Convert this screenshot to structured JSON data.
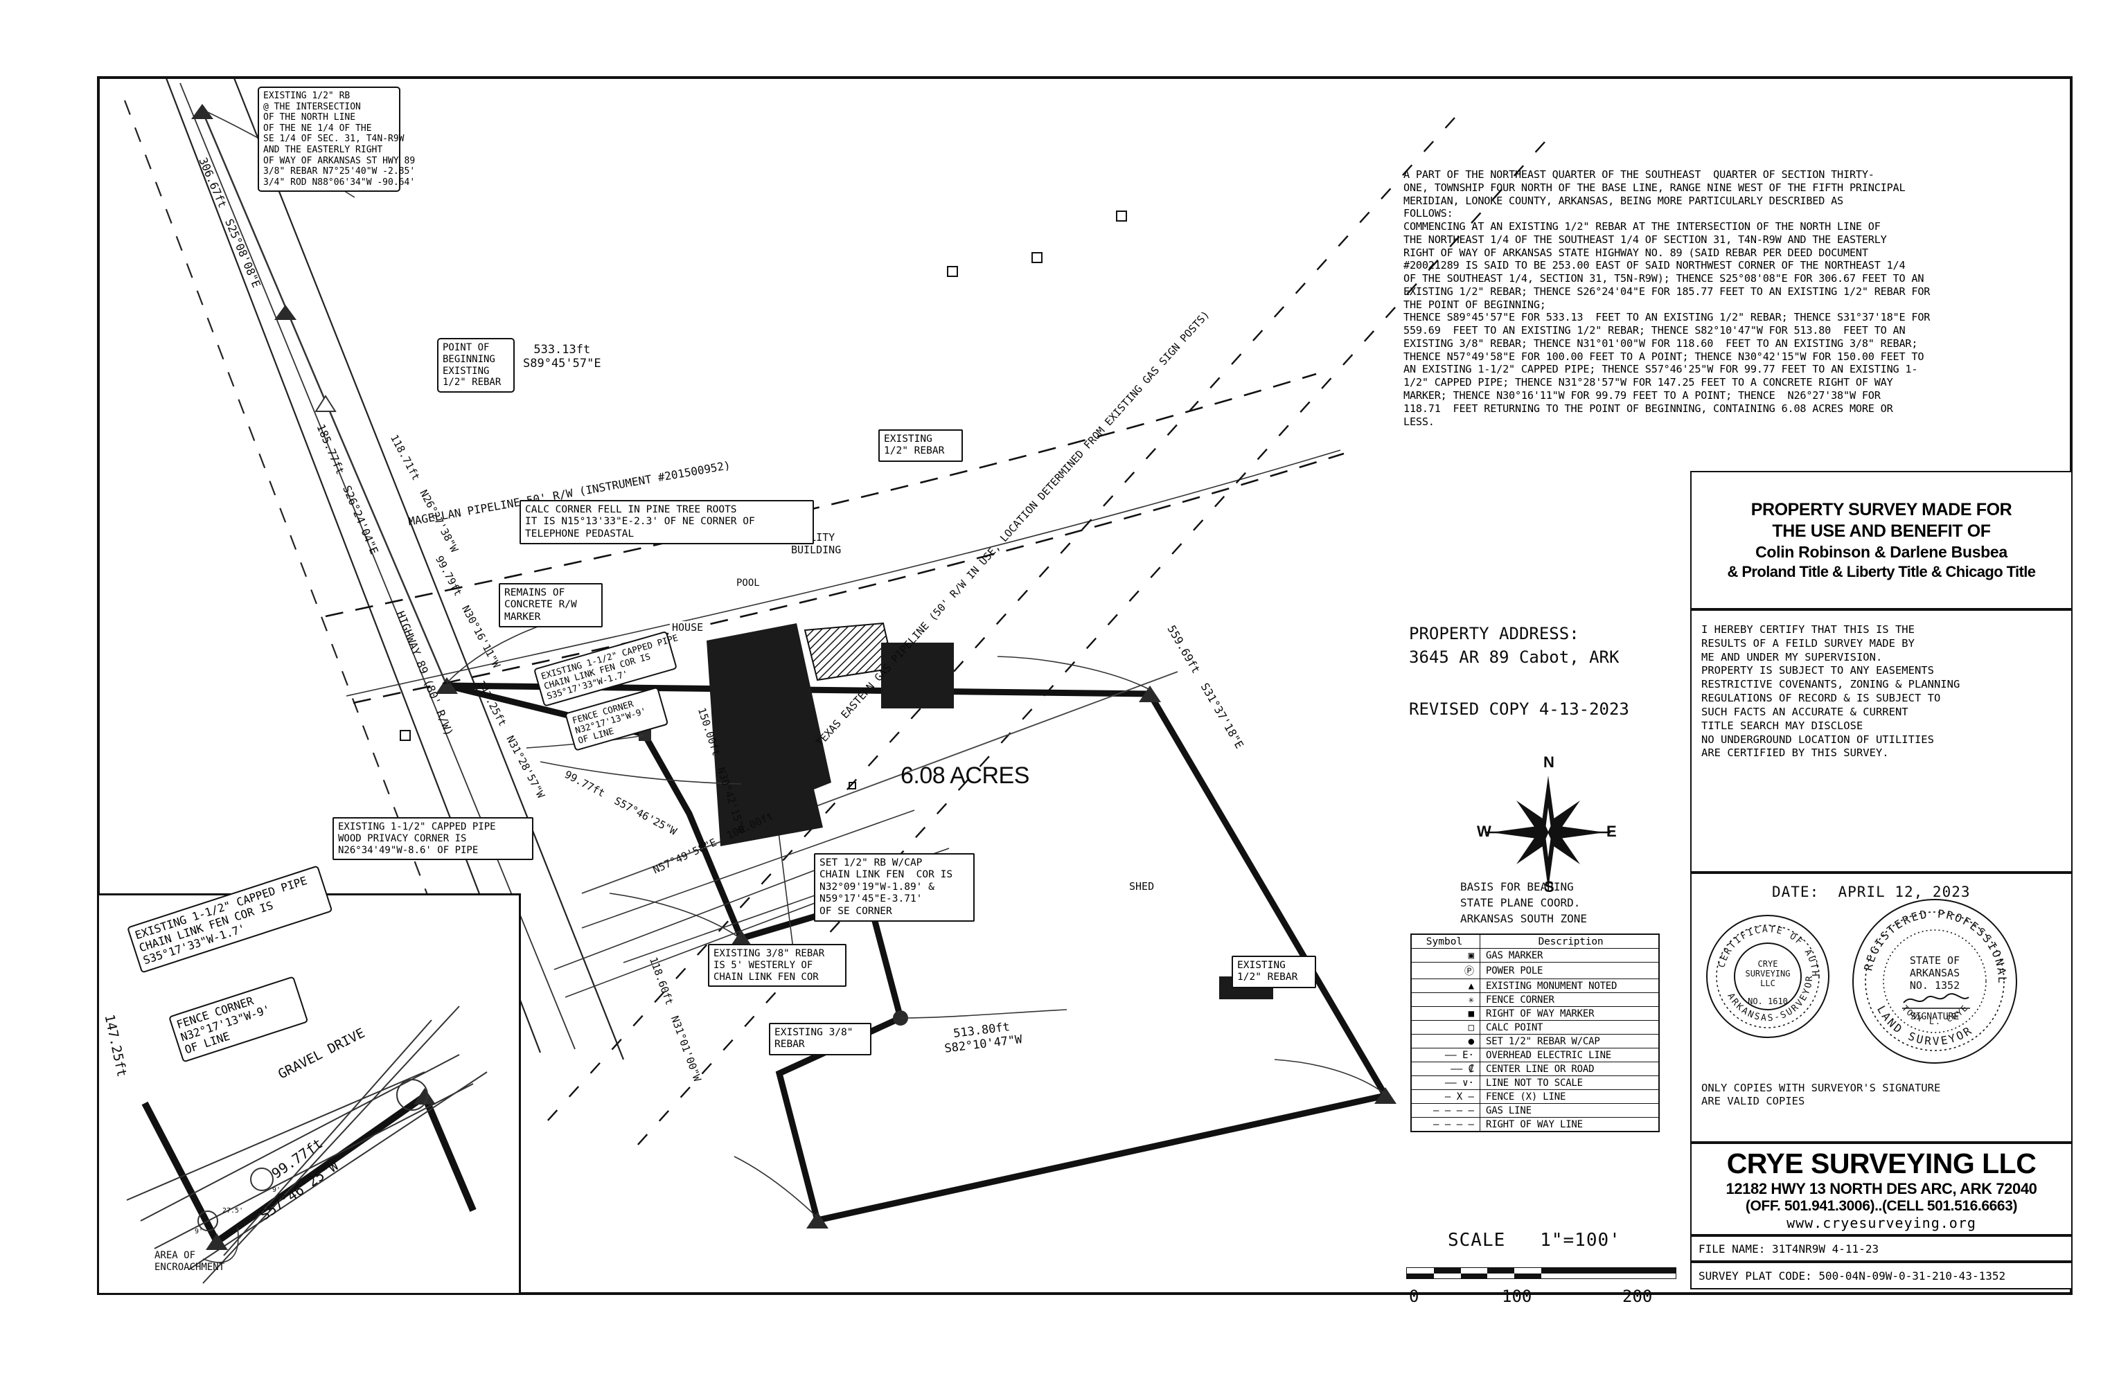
{
  "document": {
    "type": "property-survey-plat",
    "acreage_label": "6.08 ACRES"
  },
  "legal_description": "A PART OF THE NORTHEAST QUARTER OF THE SOUTHEAST  QUARTER OF SECTION THIRTY-\nONE, TOWNSHIP FOUR NORTH OF THE BASE LINE, RANGE NINE WEST OF THE FIFTH PRINCIPAL\nMERIDIAN, LONOKE COUNTY, ARKANSAS, BEING MORE PARTICULARLY DESCRIBED AS\nFOLLOWS:\nCOMMENCING AT AN EXISTING 1/2\" REBAR AT THE INTERSECTION OF THE NORTH LINE OF\nTHE NORTHEAST 1/4 OF THE SOUTHEAST 1/4 OF SECTION 31, T4N-R9W AND THE EASTERLY\nRIGHT OF WAY OF ARKANSAS STATE HIGHWAY NO. 89 (SAID REBAR PER DEED DOCUMENT\n#20021289 IS SAID TO BE 253.00 EAST OF SAID NORTHWEST CORNER OF THE NORTHEAST 1/4\nOF THE SOUTHEAST 1/4, SECTION 31, T5N-R9W); THENCE S25°08'08\"E FOR 306.67 FEET TO AN\nEXISTING 1/2\" REBAR; THENCE S26°24'04\"E FOR 185.77 FEET TO AN EXISTING 1/2\" REBAR FOR\nTHE POINT OF BEGINNING;\nTHENCE S89°45'57\"E FOR 533.13  FEET TO AN EXISTING 1/2\" REBAR; THENCE S31°37'18\"E FOR\n559.69  FEET TO AN EXISTING 1/2\" REBAR; THENCE S82°10'47\"W FOR 513.80  FEET TO AN\nEXISTING 3/8\" REBAR; THENCE N31°01'00\"W FOR 118.60  FEET TO AN EXISTING 3/8\" REBAR;\nTHENCE N57°49'58\"E FOR 100.00 FEET TO A POINT; THENCE N30°42'15\"W FOR 150.00 FEET TO\nAN EXISTING 1-1/2\" CAPPED PIPE; THENCE S57°46'25\"W FOR 99.77 FEET TO AN EXISTING 1-\n1/2\" CAPPED PIPE; THENCE N31°28'57\"W FOR 147.25 FEET TO A CONCRETE RIGHT OF WAY\nMARKER; THENCE N30°16'11\"W FOR 99.79 FEET TO A POINT; THENCE  N26°27'38\"W FOR\n118.71  FEET RETURNING TO THE POINT OF BEGINNING, CONTAINING 6.08 ACRES MORE OR\nLESS.",
  "property": {
    "address_label": "PROPERTY ADDRESS:",
    "address_value": "3645 AR 89 Cabot, ARK",
    "revised": "REVISED COPY 4-13-2023"
  },
  "compass": {
    "north": "N",
    "south": "S",
    "east": "E",
    "west": "W",
    "basis_line1": "BASIS FOR BEARING",
    "basis_line2": "STATE PLANE COORD.",
    "basis_line3": "ARKANSAS SOUTH ZONE"
  },
  "title_block": {
    "line1": "PROPERTY SURVEY MADE FOR",
    "line2": "THE USE AND BENEFIT OF",
    "line3": "Colin Robinson & Darlene Busbea",
    "line4": "& Proland Title & Liberty Title & Chicago Title",
    "certification": "I HEREBY CERTIFY THAT THIS IS THE\nRESULTS OF A FEILD SURVEY MADE BY\nME AND UNDER MY SUPERVISION.\nPROPERTY IS SUBJECT TO ANY EASEMENTS\nRESTRICTIVE COVENANTS, ZONING & PLANNING\nREGULATIONS OF RECORD & IS SUBJECT TO\nSUCH FACTS AN ACCURATE & CURRENT\nTITLE SEARCH MAY DISCLOSE\nNO UNDERGROUND LOCATION OF UTILITIES\nARE CERTIFIED BY THIS SURVEY.",
    "date": "DATE:  APRIL 12, 2023",
    "valid_note": "ONLY COPIES WITH SURVEYOR'S SIGNATURE\nARE VALID COPIES",
    "company_name": "CRYE SURVEYING LLC",
    "company_address": "12182 HWY 13 NORTH DES ARC, ARK 72040",
    "company_phone": "(OFF. 501.941.3006)..(CELL 501.516.6663)",
    "company_web": "www.cryesurveying.org",
    "file_name": "FILE NAME: 31T4NR9W 4-11-23",
    "plat_code": "SURVEY PLAT CODE: 500-04N-09W-0-31-210-43-1352"
  },
  "seals": {
    "authorization": {
      "ring_top": "CERTIFICATE OF AUTHORIZATION",
      "ring_bottom": "ARKANSAS-SURVEYOR",
      "inner_line1": "CRYE",
      "inner_line2": "SURVEYING",
      "inner_line3": "LLC",
      "inner_line4": "NO.  1610"
    },
    "registered": {
      "ring_top": "REGISTERED PROFESSIONAL",
      "ring_bottom": "LAND SURVEYOR",
      "inner_line1": "STATE OF",
      "inner_line2": "ARKANSAS",
      "inner_line3": "NO.  1352",
      "signature_label": "SIGNATURE",
      "surveyor_name": "TONY L. CRYE"
    }
  },
  "legend": {
    "header_symbol": "Symbol",
    "header_description": "Description",
    "rows": [
      {
        "symbol": "gas-marker-icon",
        "glyph": "▣",
        "description": "GAS MARKER"
      },
      {
        "symbol": "power-pole-icon",
        "glyph": "Ⓟ",
        "description": "POWER POLE"
      },
      {
        "symbol": "existing-monument-icon",
        "glyph": "▲",
        "description": "EXISTING MONUMENT NOTED"
      },
      {
        "symbol": "fence-corner-icon",
        "glyph": "✳",
        "description": "FENCE CORNER"
      },
      {
        "symbol": "row-marker-icon",
        "glyph": "■",
        "description": "RIGHT OF WAY MARKER"
      },
      {
        "symbol": "calc-point-icon",
        "glyph": "□",
        "description": "CALC POINT"
      },
      {
        "symbol": "set-rebar-icon",
        "glyph": "●",
        "description": "SET 1/2\" REBAR W/CAP"
      },
      {
        "symbol": "overhead-electric-icon",
        "glyph": "—— E·",
        "description": "OVERHEAD ELECTRIC LINE"
      },
      {
        "symbol": "center-line-icon",
        "glyph": "—— ₡",
        "description": "CENTER LINE OR ROAD"
      },
      {
        "symbol": "line-not-to-scale-icon",
        "glyph": "—— ∨·",
        "description": "LINE NOT TO SCALE"
      },
      {
        "symbol": "fence-line-icon",
        "glyph": "— X —",
        "description": "FENCE (X) LINE"
      },
      {
        "symbol": "gas-line-icon",
        "glyph": "— – – —",
        "description": "GAS LINE"
      },
      {
        "symbol": "row-line-icon",
        "glyph": "– – – –",
        "description": "RIGHT OF WAY LINE"
      }
    ]
  },
  "scale": {
    "label": "SCALE   1\"=100'",
    "ticks": [
      "0",
      "100",
      "200"
    ]
  },
  "map": {
    "callouts": [
      {
        "name": "existing-rebar-intersection-note",
        "text": "EXISTING 1/2\" RB\n@ THE INTERSECTION\nOF THE NORTH LINE\nOF THE NE 1/4 OF THE\nSE 1/4 OF SEC. 31, T4N-R9W\nAND THE EASTERLY RIGHT\nOF WAY OF ARKANSAS ST HWY 89\n3/8\" REBAR N7°25'40\"W -2.85'\n3/4\" ROD N88°06'34\"W -90.64'"
      },
      {
        "name": "point-of-beginning-note",
        "text": "POINT OF\nBEGINNING\nEXISTING\n1/2\" REBAR"
      },
      {
        "name": "calc-corner-pine-tree-note",
        "text": "CALC CORNER FELL IN PINE TREE ROOTS\nIT IS N15°13'33\"E-2.3' OF NE CORNER OF\nTELEPHONE PEDASTAL"
      },
      {
        "name": "existing-half-rebar-ne-note",
        "text": "EXISTING\n1/2\" REBAR"
      },
      {
        "name": "remains-concrete-marker-note",
        "text": "REMAINS OF\nCONCRETE R/W\nMARKER"
      },
      {
        "name": "capped-pipe-chain-link-note",
        "text": "EXISTING 1-1/2\" CAPPED PIPE\nCHAIN LINK FEN COR IS\nS35°17'33\"W-1.7'"
      },
      {
        "name": "fence-corner-note",
        "text": "FENCE CORNER\nN32°17'13\"W-9'\nOF LINE"
      },
      {
        "name": "capped-pipe-wood-privacy-note",
        "text": "EXISTING 1-1/2\" CAPPED PIPE\nWOOD PRIVACY CORNER IS\nN26°34'49\"W-8.6' OF PIPE"
      },
      {
        "name": "set-rebar-cap-note",
        "text": "SET 1/2\" RB W/CAP\nCHAIN LINK FEN  COR IS\nN32°09'19\"W-1.89' &\nN59°17'45\"E-3.71'\nOF SE CORNER"
      },
      {
        "name": "existing-three-eighths-rebar-westerly-note",
        "text": "EXISTING 3/8\" REBAR\nIS 5' WESTERLY OF\nCHAIN LINK FEN COR"
      },
      {
        "name": "existing-three-eighths-rebar-note",
        "text": "EXISTING 3/8\"\nREBAR"
      },
      {
        "name": "existing-half-rebar-se-note",
        "text": "EXISTING\n1/2\" REBAR"
      }
    ],
    "bearings": [
      {
        "name": "bearing-n-tie-1",
        "distance": "306.67ft",
        "bearing": "S25°08'08\"E"
      },
      {
        "name": "bearing-n-tie-2",
        "distance": "185.77ft",
        "bearing": "S26°24'04\"E"
      },
      {
        "name": "bearing-north-line",
        "distance": "533.13ft",
        "bearing": "S89°45'57\"E"
      },
      {
        "name": "bearing-east-line",
        "distance": "559.69ft",
        "bearing": "S31°37'18\"E"
      },
      {
        "name": "bearing-south-line",
        "distance": "513.80ft",
        "bearing": "S82°10'47\"W"
      },
      {
        "name": "bearing-sw-line",
        "distance": "118.60ft",
        "bearing": "N31°01'00\"W"
      },
      {
        "name": "bearing-notch-bottom",
        "distance": "100.00ft",
        "bearing": "N57°49'58\"E"
      },
      {
        "name": "bearing-notch-east",
        "distance": "150.00ft",
        "bearing": "N30°42'15\"W"
      },
      {
        "name": "bearing-notch-top",
        "distance": "99.77ft",
        "bearing": "S57°46'25\"W"
      },
      {
        "name": "bearing-west-line-1",
        "distance": "147.25ft",
        "bearing": "N31°28'57\"W"
      },
      {
        "name": "bearing-west-line-2",
        "distance": "99.79ft",
        "bearing": "N30°16'11\"W"
      },
      {
        "name": "bearing-west-line-3",
        "distance": "118.71ft",
        "bearing": "N26°27'38\"W"
      }
    ],
    "features": [
      {
        "name": "house-label",
        "text": "HOUSE"
      },
      {
        "name": "pool-label",
        "text": "POOL"
      },
      {
        "name": "utility-building-label",
        "text": "UTILITY\nBUILDING"
      },
      {
        "name": "shed-label",
        "text": "SHED"
      },
      {
        "name": "gravel-drive-label",
        "text": "GRAVEL DRIVE"
      },
      {
        "name": "highway-label",
        "text": "HIGHWAY 89 (80' R/W)"
      },
      {
        "name": "magellan-pipeline-label",
        "text": "MAGELLAN PIPELINE 50' R/W (INSTRUMENT #201500952)"
      },
      {
        "name": "texas-eastern-pipeline-label",
        "text": "TEXAS EASTERN GAS PIPELINE (50' R/W IN USE, LOCATION DETERMINED FROM EXISTING GAS SIGN POSTS)"
      }
    ]
  },
  "inset": {
    "title_note_1": "EXISTING 1-1/2\" CAPPED PIPE\nCHAIN LINK FEN COR IS\nS35°17'33\"W-1.7'",
    "title_note_2": "FENCE CORNER\nN32°17'13\"W-9'\nOF LINE",
    "gravel_drive": "GRAVEL DRIVE",
    "dim_1": "147.25ft",
    "dim_2": "99.77ft",
    "dim_3": "S57°46'25\"W",
    "encroach_label": "AREA OF\nENCROACHMENT",
    "small_dims": [
      "27.5'",
      "9'",
      "9'"
    ]
  }
}
